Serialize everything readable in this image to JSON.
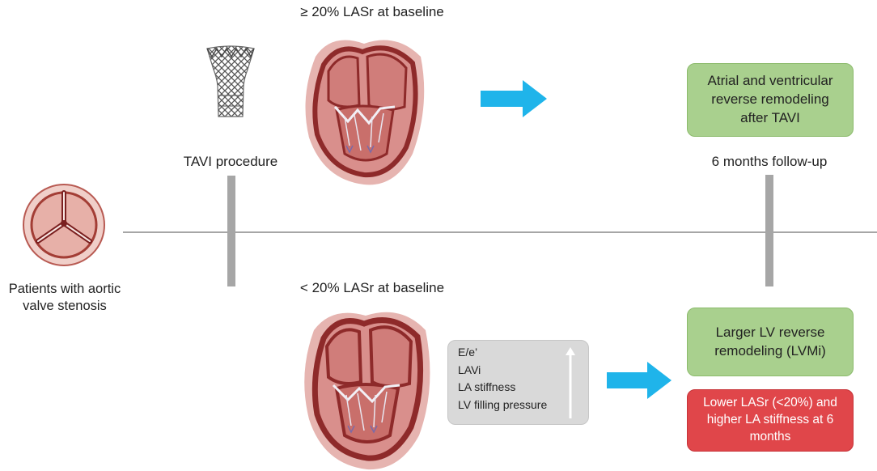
{
  "labels": {
    "top_condition": "≥ 20% LASr at baseline",
    "bottom_condition": "< 20% LASr at baseline",
    "tavi": "TAVI procedure",
    "followup": "6 months follow-up",
    "patients": "Patients with aortic valve stenosis"
  },
  "boxes": {
    "top_outcome": "Atrial and ventricular reverse remodeling after TAVI",
    "bottom_outcome": "Larger LV reverse remodeling (LVMi)",
    "bottom_negative": "Lower LASr (<20%) and higher LA stiffness at 6 months"
  },
  "increase_list": [
    "E/e’",
    "LAVi",
    "LA stiffness",
    "LV filling pressure"
  ],
  "colors": {
    "arrow": "#1fb4ea",
    "green_box": "#a9d08e",
    "red_box": "#e0464a",
    "timeline": "#a6a6a6",
    "heart_outer": "#e6b4b0",
    "heart_wall": "#8e2a2a",
    "heart_fill": "#d98f8c"
  }
}
